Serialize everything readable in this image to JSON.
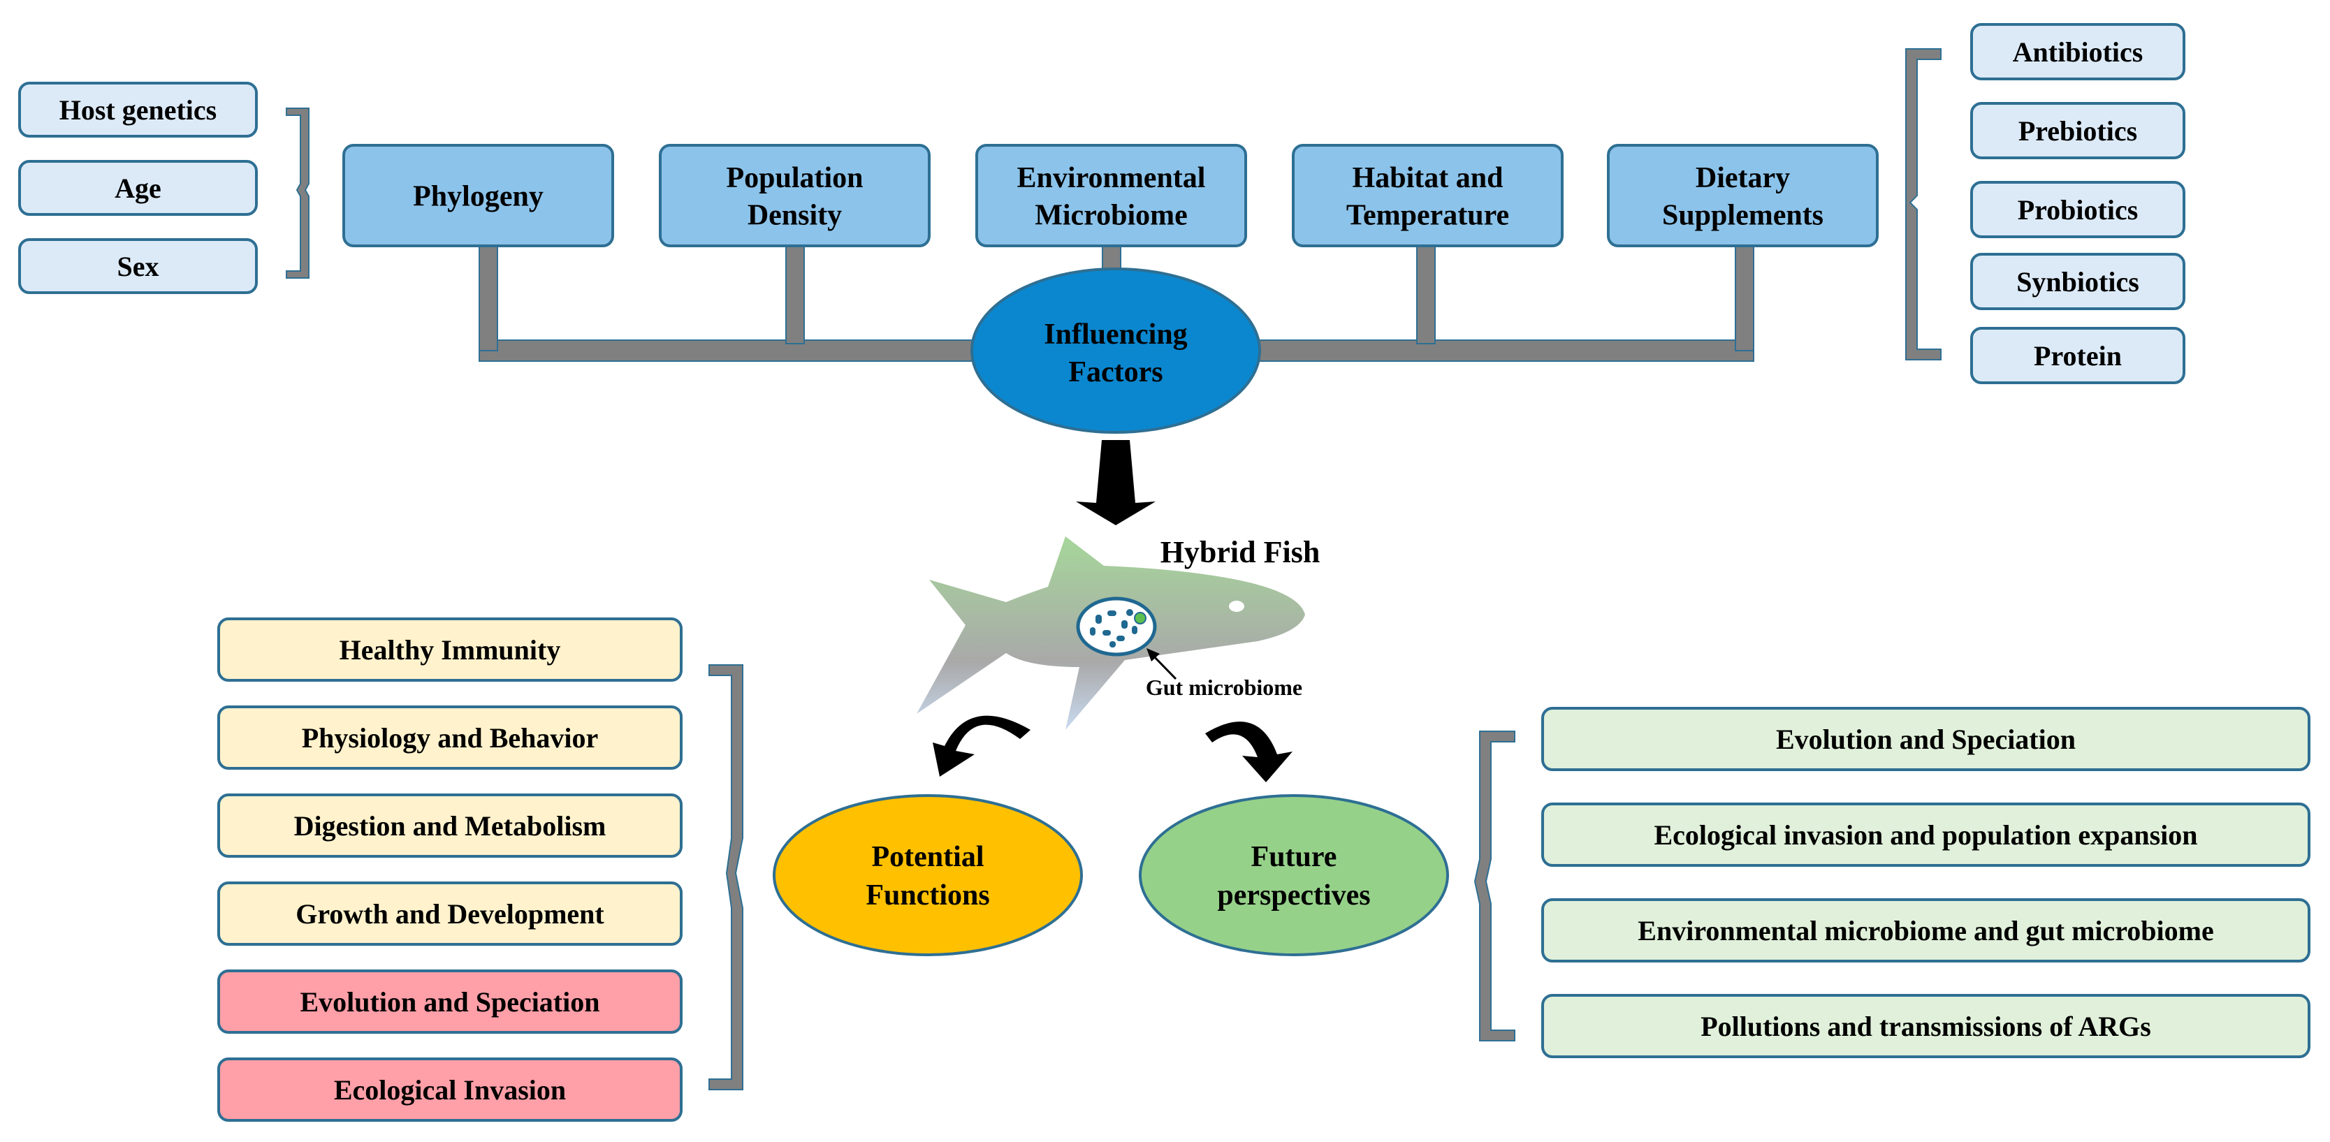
{
  "colors": {
    "light_blue_box": "#dceaf7",
    "mid_blue_box": "#8cc3ea",
    "box_border": "#2e6f93",
    "connector": "#808080",
    "influencing_ellipse": "#0b87cf",
    "functions_ellipse": "#ffc000",
    "perspectives_ellipse": "#96d18a",
    "yellow_box": "#fff2cc",
    "pink_box": "#ff9fa8",
    "green_box": "#e0f0da"
  },
  "host_factors": [
    "Host genetics",
    "Age",
    "Sex"
  ],
  "main_factors": [
    {
      "lines": [
        "Phylogeny"
      ]
    },
    {
      "lines": [
        "Population",
        "Density"
      ]
    },
    {
      "lines": [
        "Environmental",
        "Microbiome"
      ]
    },
    {
      "lines": [
        "Habitat and",
        "Temperature"
      ]
    },
    {
      "lines": [
        "Dietary",
        "Supplements"
      ]
    }
  ],
  "supplements": [
    "Antibiotics",
    "Prebiotics",
    "Probiotics",
    "Synbiotics",
    "Protein"
  ],
  "center": {
    "influencing": [
      "Influencing",
      "Factors"
    ],
    "hybrid_fish_label": "Hybrid Fish",
    "gut_microbiome_label": "Gut microbiome",
    "potential_functions": [
      "Potential",
      "Functions"
    ],
    "future_perspectives": [
      "Future",
      "perspectives"
    ]
  },
  "functions": [
    {
      "label": "Healthy Immunity",
      "tone": "yellow"
    },
    {
      "label": "Physiology and Behavior",
      "tone": "yellow"
    },
    {
      "label": "Digestion and Metabolism",
      "tone": "yellow"
    },
    {
      "label": "Growth and Development",
      "tone": "yellow"
    },
    {
      "label": "Evolution and Speciation",
      "tone": "pink"
    },
    {
      "label": "Ecological Invasion",
      "tone": "pink"
    }
  ],
  "perspectives": [
    "Evolution and Speciation",
    "Ecological invasion and population expansion",
    "Environmental microbiome and gut microbiome",
    "Pollutions and transmissions of ARGs"
  ]
}
